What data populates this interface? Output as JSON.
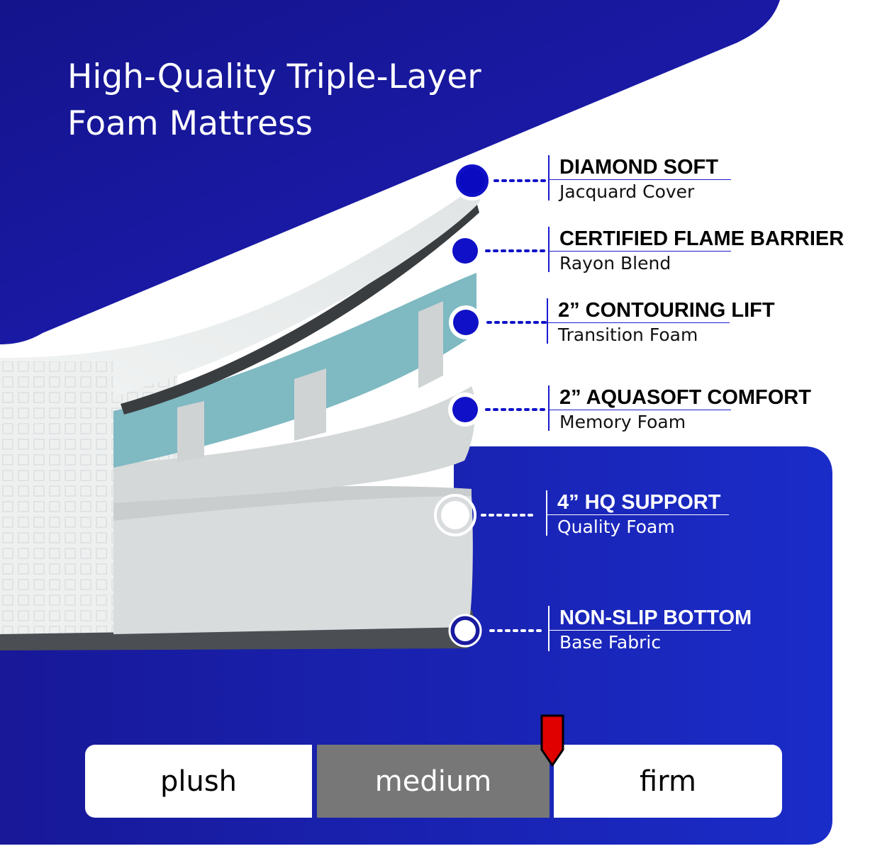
{
  "title": {
    "line1": "High-Quality Triple-Layer",
    "line2": "Foam Mattress"
  },
  "layers": [
    {
      "heading": "DIAMOND SOFT",
      "sub": "Jacquard Cover"
    },
    {
      "heading": "CERTIFIED FLAME BARRIER",
      "sub": "Rayon Blend"
    },
    {
      "heading": "2” CONTOURING LIFT",
      "sub": "Transition Foam"
    },
    {
      "heading": "2” AQUASOFT COMFORT",
      "sub": "Memory Foam"
    },
    {
      "heading": "4” HQ SUPPORT",
      "sub": "Quality Foam"
    },
    {
      "heading": "NON-SLIP BOTTOM",
      "sub": "Base Fabric"
    }
  ],
  "firmness": {
    "options": [
      "plush",
      "medium",
      "firm"
    ],
    "selected": "medium"
  },
  "colors": {
    "brand_blue": "#1a1aa0",
    "marker_blue": "#1010c8",
    "pointer_red": "#e00000",
    "foam_teal": "#7fb9c2"
  }
}
